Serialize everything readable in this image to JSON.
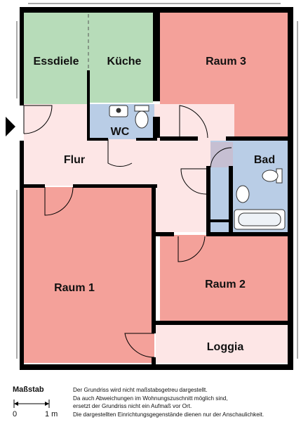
{
  "rooms": {
    "essdiele": "Essdiele",
    "kueche": "Küche",
    "raum3": "Raum 3",
    "wc": "WC",
    "flur": "Flur",
    "bad": "Bad",
    "raum1": "Raum 1",
    "raum2": "Raum 2",
    "loggia": "Loggia"
  },
  "colors": {
    "bedroom": "#f4a19a",
    "kitchen": "#b7dcb9",
    "bath": "#b9cde6",
    "hall": "#fde6e6",
    "wall": "#000000"
  },
  "scale": {
    "title": "Maßstab",
    "zero": "0",
    "one": "1 m"
  },
  "notes": [
    "Der Grundriss wird nicht maßstabsgetreu dargestellt.",
    "Da auch Abweichungen im Wohnungszuschnitt möglich sind,",
    "ersetzt der Grundriss nicht ein Aufmaß vor Ort.",
    "Die dargestellten Einrichtungsgegenstände dienen nur der Anschaulichkeit."
  ]
}
